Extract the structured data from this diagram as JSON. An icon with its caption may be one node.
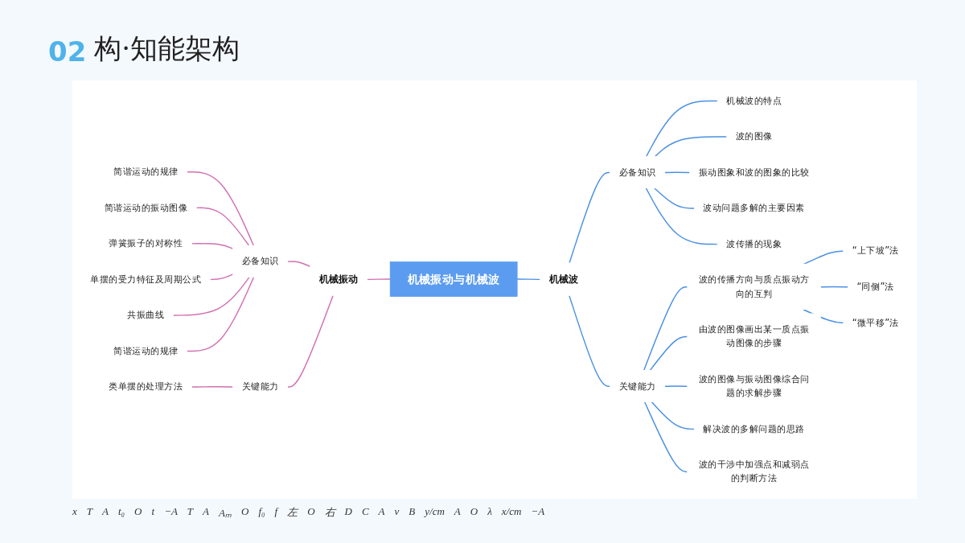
{
  "diagram": {
    "title": "构·知能架构",
    "nodes": [
      {
        "text": [
          "机械振动与机械波"
        ]
      },
      {
        "text": [
          "机械振动"
        ]
      },
      {
        "text": [
          "必备知识"
        ]
      },
      {
        "text": [
          "简谐运动的规律"
        ]
      },
      {
        "text": [
          "简谐运动的振动图像"
        ]
      },
      {
        "text": [
          "弹簧振子的对称性"
        ]
      },
      {
        "text": [
          "单摆的受力特征及周期公式"
        ]
      },
      {
        "text": [
          "共振曲线"
        ]
      },
      {
        "text": [
          "简谐运动的规律"
        ]
      },
      {
        "text": [
          "关键能力"
        ]
      },
      {
        "text": [
          "类单摆的处理方法"
        ]
      },
      {
        "text": [
          "机械波"
        ]
      },
      {
        "text": [
          "必备知识"
        ]
      },
      {
        "text": [
          "机械波的特点"
        ]
      },
      {
        "text": [
          "波的图像"
        ]
      },
      {
        "text": [
          "振动图象和波的图象的比较"
        ]
      },
      {
        "text": [
          "波动问题多解的主要因素"
        ]
      },
      {
        "text": [
          "波传播的现象"
        ]
      },
      {
        "text": [
          "关键能力"
        ]
      },
      {
        "text": [
          "波的传播方向与质点振动方向的互判"
        ]
      },
      {
        "text": [
          "“上下坡”法"
        ]
      },
      {
        "text": [
          "“同侧”法"
        ]
      },
      {
        "text": [
          "“微平移”法"
        ]
      },
      {
        "text": [
          "由波的图像画出某一质点振动图像的步骤"
        ]
      },
      {
        "text": [
          "波的图像与振动图像综合问题的求解步骤"
        ]
      },
      {
        "text": [
          "解决波的多解问题的思路"
        ]
      },
      {
        "text": [
          "波的干涉中加强点和减弱点的判断方法"
        ]
      }
    ],
    "edges": [
      {
        "from": 1,
        "to": 0,
        "arrow": "none",
        "color": "#d070b0"
      },
      {
        "from": 2,
        "to": 1,
        "arrow": "none",
        "color": "#d070b0"
      },
      {
        "from": 3,
        "to": 2,
        "arrow": "none",
        "color": "#d070b0"
      },
      {
        "from": 4,
        "to": 2,
        "arrow": "none",
        "color": "#d070b0"
      },
      {
        "from": 5,
        "to": 2,
        "arrow": "none",
        "color": "#d070b0"
      },
      {
        "from": 6,
        "to": 2,
        "arrow": "none",
        "color": "#d070b0"
      },
      {
        "from": 7,
        "to": 2,
        "arrow": "none",
        "color": "#d070b0"
      },
      {
        "from": 8,
        "to": 2,
        "arrow": "none",
        "color": "#d070b0"
      },
      {
        "from": 9,
        "to": 1,
        "arrow": "none",
        "color": "#d070b0"
      },
      {
        "from": 10,
        "to": 9,
        "arrow": "none",
        "color": "#d070b0"
      },
      {
        "from": 0,
        "to": 11,
        "arrow": "none"
      },
      {
        "from": 11,
        "to": 12,
        "arrow": "none"
      },
      {
        "from": 12,
        "to": 13,
        "arrow": "none"
      },
      {
        "from": 12,
        "to": 14,
        "arrow": "none"
      },
      {
        "from": 12,
        "to": 15,
        "arrow": "none"
      },
      {
        "from": 12,
        "to": 16,
        "arrow": "none"
      },
      {
        "from": 12,
        "to": 17,
        "arrow": "none"
      },
      {
        "from": 11,
        "to": 18,
        "arrow": "none"
      },
      {
        "from": 18,
        "to": 19,
        "arrow": "none"
      },
      {
        "from": 19,
        "to": 20,
        "arrow": "none"
      },
      {
        "from": 19,
        "to": 21,
        "arrow": "none"
      },
      {
        "from": 19,
        "to": 22,
        "arrow": "none"
      },
      {
        "from": 18,
        "to": 23,
        "arrow": "none"
      },
      {
        "from": 18,
        "to": 24,
        "arrow": "none"
      },
      {
        "from": 18,
        "to": 25,
        "arrow": "none"
      },
      {
        "from": 18,
        "to": 26,
        "arrow": "none"
      }
    ],
    "labels": [
      "02",
      "x",
      "T",
      "A",
      "t₀",
      "O",
      "t",
      "−A",
      "T",
      "A",
      "Aₘ",
      "O",
      "f₀",
      "f",
      "左",
      "O",
      "右",
      "D",
      "C",
      "A",
      "v",
      "B",
      "y/cm",
      "A",
      "O",
      "λ",
      "x/cm",
      "−A"
    ]
  }
}
